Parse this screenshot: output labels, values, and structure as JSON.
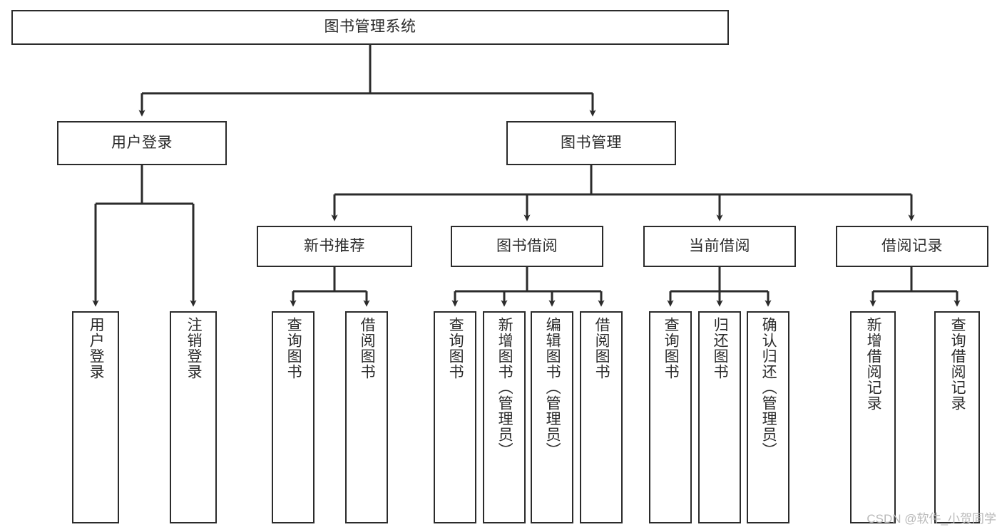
{
  "diagram": {
    "type": "tree-hierarchy",
    "title": "图书管理系统",
    "watermark": "CSDN @软件_小贺同学",
    "colors": {
      "stroke": "#2b2b2b",
      "fill": "#ffffff",
      "text": "#2b2b2b",
      "watermark": "#b9b9b9"
    },
    "nodes": {
      "root": {
        "label": "图书管理系统"
      },
      "level2": [
        {
          "id": "user-login",
          "label": "用户登录"
        },
        {
          "id": "book-manage",
          "label": "图书管理"
        }
      ],
      "level3": [
        {
          "id": "new-book-recommend",
          "label": "新书推荐"
        },
        {
          "id": "book-borrow",
          "label": "图书借阅"
        },
        {
          "id": "current-borrow",
          "label": "当前借阅"
        },
        {
          "id": "borrow-record",
          "label": "借阅记录"
        }
      ],
      "leaves": {
        "user-login": [
          {
            "id": "leaf-user-login",
            "label": "用户登录"
          },
          {
            "id": "leaf-logout-login",
            "label": "注销登录"
          }
        ],
        "new-book-recommend": [
          {
            "id": "leaf-query-book-1",
            "label": "查询图书"
          },
          {
            "id": "leaf-borrow-book-1",
            "label": "借阅图书"
          }
        ],
        "book-borrow": [
          {
            "id": "leaf-query-book-2",
            "label": "查询图书"
          },
          {
            "id": "leaf-add-book",
            "label": "新增图书（管理员）"
          },
          {
            "id": "leaf-edit-book",
            "label": "编辑图书（管理员）"
          },
          {
            "id": "leaf-borrow-book-2",
            "label": "借阅图书"
          }
        ],
        "current-borrow": [
          {
            "id": "leaf-query-book-3",
            "label": "查询图书"
          },
          {
            "id": "leaf-return-book",
            "label": "归还图书"
          },
          {
            "id": "leaf-confirm-return",
            "label": "确认归还（管理员）"
          }
        ],
        "borrow-record": [
          {
            "id": "leaf-add-record",
            "label": "新增借阅记录"
          },
          {
            "id": "leaf-query-record",
            "label": "查询借阅记录"
          }
        ]
      }
    }
  }
}
